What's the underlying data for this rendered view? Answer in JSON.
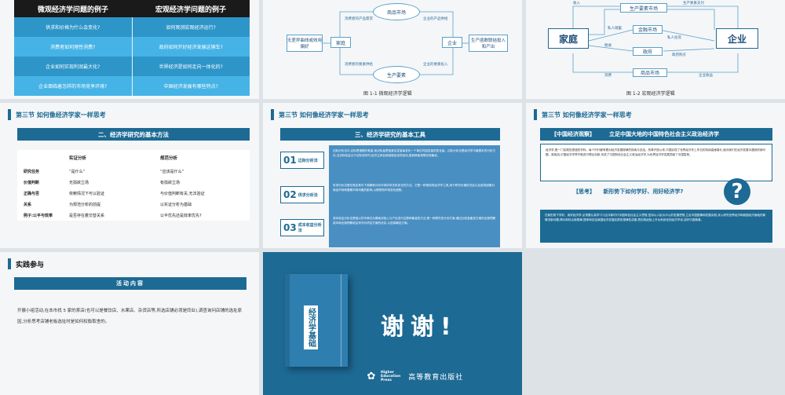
{
  "slide1": {
    "headers": [
      "微观经济学问题的例子",
      "宏观经济学问题的例子"
    ],
    "rows": [
      [
        "供求和价格为什么会变化?",
        "如何观测宏观经济运行?"
      ],
      [
        "消费者如何理性消费?",
        "政府如何开好经济发展这辆车?"
      ],
      [
        "企业如何实现利润最大化?",
        "世界经济是如何走向一体化的?"
      ],
      [
        "企业面临着怎样的市场竞争环境?",
        "中国经济发展有哪些特点?"
      ]
    ]
  },
  "slide2": {
    "goods_market": "商品市场",
    "factor_market": "生产要素",
    "household": "家庭",
    "firm": "企业",
    "left_note": "无差异曲线或效用偏好",
    "right_note": "生产函数联结投入和产出",
    "labels": {
      "tl": "消费者的产品需求",
      "tr": "企业的产品供给",
      "bl": "消费者的要素供给",
      "br": "企业的要素投入"
    },
    "caption": "图 1-1  微观经济学逻辑"
  },
  "slide3": {
    "household": "家庭",
    "firm": "企业",
    "factor_market": "生产要素市场",
    "finance_market": "金融市场",
    "government": "政府",
    "goods_market": "商品市场",
    "labels": {
      "income": "收入",
      "factor_pay": "生产要素支付",
      "private_save": "私人储蓄",
      "private_invest": "私人投资",
      "tax": "税收",
      "gov_purchase": "政府购买",
      "consume": "消费",
      "firm_income": "企业收益"
    },
    "caption": "图 1-2  宏观经济学逻辑"
  },
  "slide4": {
    "section": "第三节  如何像经济学家一样思考",
    "banner": "二、经济学研究的基本方法",
    "col_headers": [
      "",
      "实证分析",
      "规范分析"
    ],
    "rows": [
      [
        "研究任务",
        "“是什么”",
        "“应该是什么”"
      ],
      [
        "价值判断",
        "无损欲立场",
        "有损欲立场"
      ],
      [
        "正确与否",
        "依赖情况下可以验证",
        "与价值判断有关,无法验证"
      ],
      [
        "关系",
        "为规范分析的前提",
        "以实证分析为基础"
      ],
      [
        "例子:公平与效率",
        "是否存在着交替关系",
        "公平优先还是效率优先?"
      ]
    ]
  },
  "slide5": {
    "section": "第三节  如何像经济学家一样思考",
    "banner": "三、经济学研究的基本工具",
    "methods": [
      {
        "num": "01",
        "name": "边际分析法",
        "text": "边际分析法中,边际是指额外数量,而边际量是指某自变量每变化一个单位时因变量的变化量。边际分析法是经济学中最基本的分析方法,当边际收益大于边际成本时,经济主体会继续增加该项活动,直到两者相等实现最优。"
      },
      {
        "num": "02",
        "name": "供求分析法",
        "text": "供求分析法是在既定条件下观察和分析市场供求关系变化的方法。它是一种常用的经济学工具,用于研究价格的决定以及各类因素对商品市场和要素市场均衡的影响,以便预测市场变化趋势。"
      },
      {
        "num": "03",
        "name": "成本收益分析法",
        "text": "成本收益分析法是指以货币单位为基础对投入与产出进行估算和衡量的方法,是一种预先的计划方案,通过比较各备选方案的全部预期成本和全部预期收益来评价项目方案的优劣,以选择最佳方案。"
      }
    ]
  },
  "slide6": {
    "section": "第三节  如何像经济学家一样思考",
    "observe_tag": "【中国经济观察】",
    "observe_title": "立足中国大地的中国特色社会主义政治经济学",
    "paragraph": "经济学,是一门实践性很强的学科。每个时代都有着对经济发展规律的探索与总结。改革开放以来,中国实现了世界经济史上罕见的持续高速增长,面对我们在经济发展中遇到的新问题、新挑战,中国经济学界不断进行理论创新,形成了中国特色社会主义政治经济学,为世界经济学发展贡献了中国智慧。",
    "think_tag": "【思考】",
    "think_text": "新形势下如何学好、用好经济学?",
    "bottom": "在新形势下学好、用好经济学,必须要认真学习习近平新时代中国特色社会主义思想,坚持以人民为中心的发展思想,立足中国国情和发展实践,深入研究世界经济和我国经济面临的新情况新问题,揭示新特点新规律,提炼和总结我国经济发展实践的规律性成果,把实践经验上升为系统化的经济学说,讲好中国故事。"
  },
  "slide7": {
    "title": "实践参与",
    "banner": "活动内容",
    "body": "开展小组活动,在本市找 5 家的茶店(也可以是餐饮店、水果店、杂货店等,所选店铺必须是同业),调查询问店铺的选址原因,分析思考店铺老板选址时是如何权衡取舍的。"
  },
  "slide8": {
    "book_title": "经济学基础",
    "thanks": "谢谢!",
    "publisher_en": [
      "Higher",
      "Education",
      "Press"
    ],
    "publisher_cn": "高等教育出版社"
  }
}
